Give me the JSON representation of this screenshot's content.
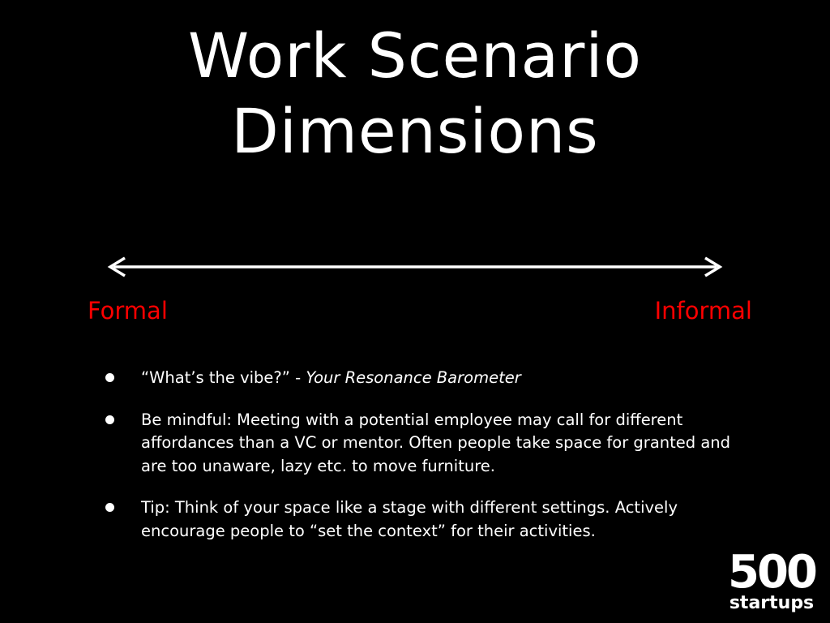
{
  "slide": {
    "title_line1": "Work Scenario",
    "title_line2": "Dimensions",
    "axis": {
      "left_label": "Formal",
      "right_label": "Informal",
      "label_color": "#ff0000",
      "arrow_color": "#ffffff"
    },
    "bullets": [
      {
        "text": "“What’s the vibe?” - ",
        "emphasis": "Your Resonance Barometer"
      },
      {
        "text": "Be mindful: Meeting with a potential employee may call for different affordances than a VC or mentor. Often people take space for granted and are too unaware, lazy etc. to move furniture."
      },
      {
        "text": "Tip: Think of your space like a stage with different settings. Actively encourage people to “set the context” for their activities."
      }
    ],
    "logo": {
      "number": "500",
      "word": "startups"
    },
    "colors": {
      "background": "#000000",
      "text": "#ffffff",
      "accent": "#ff0000"
    }
  }
}
